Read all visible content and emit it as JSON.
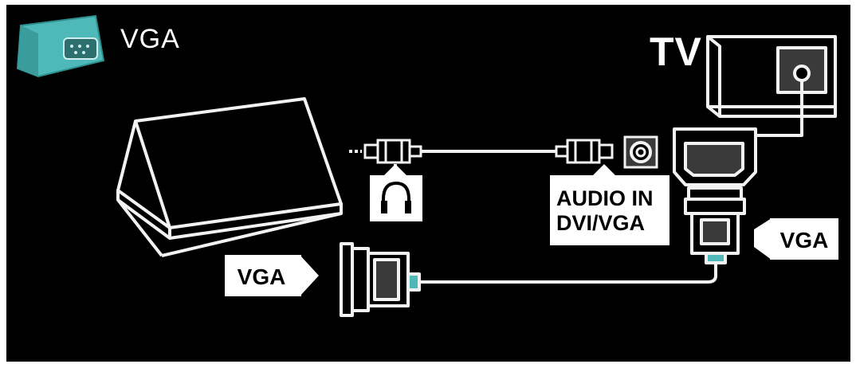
{
  "header": {
    "title": "VGA",
    "icon": "vga-port-icon"
  },
  "tv": {
    "label": "TV"
  },
  "labels": {
    "audio_in_line1": "AUDIO IN",
    "audio_in_line2": "DVI/VGA",
    "vga_tv_side": "VGA",
    "vga_computer_side": "VGA"
  },
  "icons": {
    "headphone": "headphone-icon",
    "computer": "laptop-icon",
    "television": "tv-icon"
  },
  "colors": {
    "background": "#000000",
    "line": "#f2f2f2",
    "connector_fill": "#3a3a3a",
    "accent": "#4fb8b8",
    "label_fill": "#ffffff",
    "label_text": "#000000"
  }
}
